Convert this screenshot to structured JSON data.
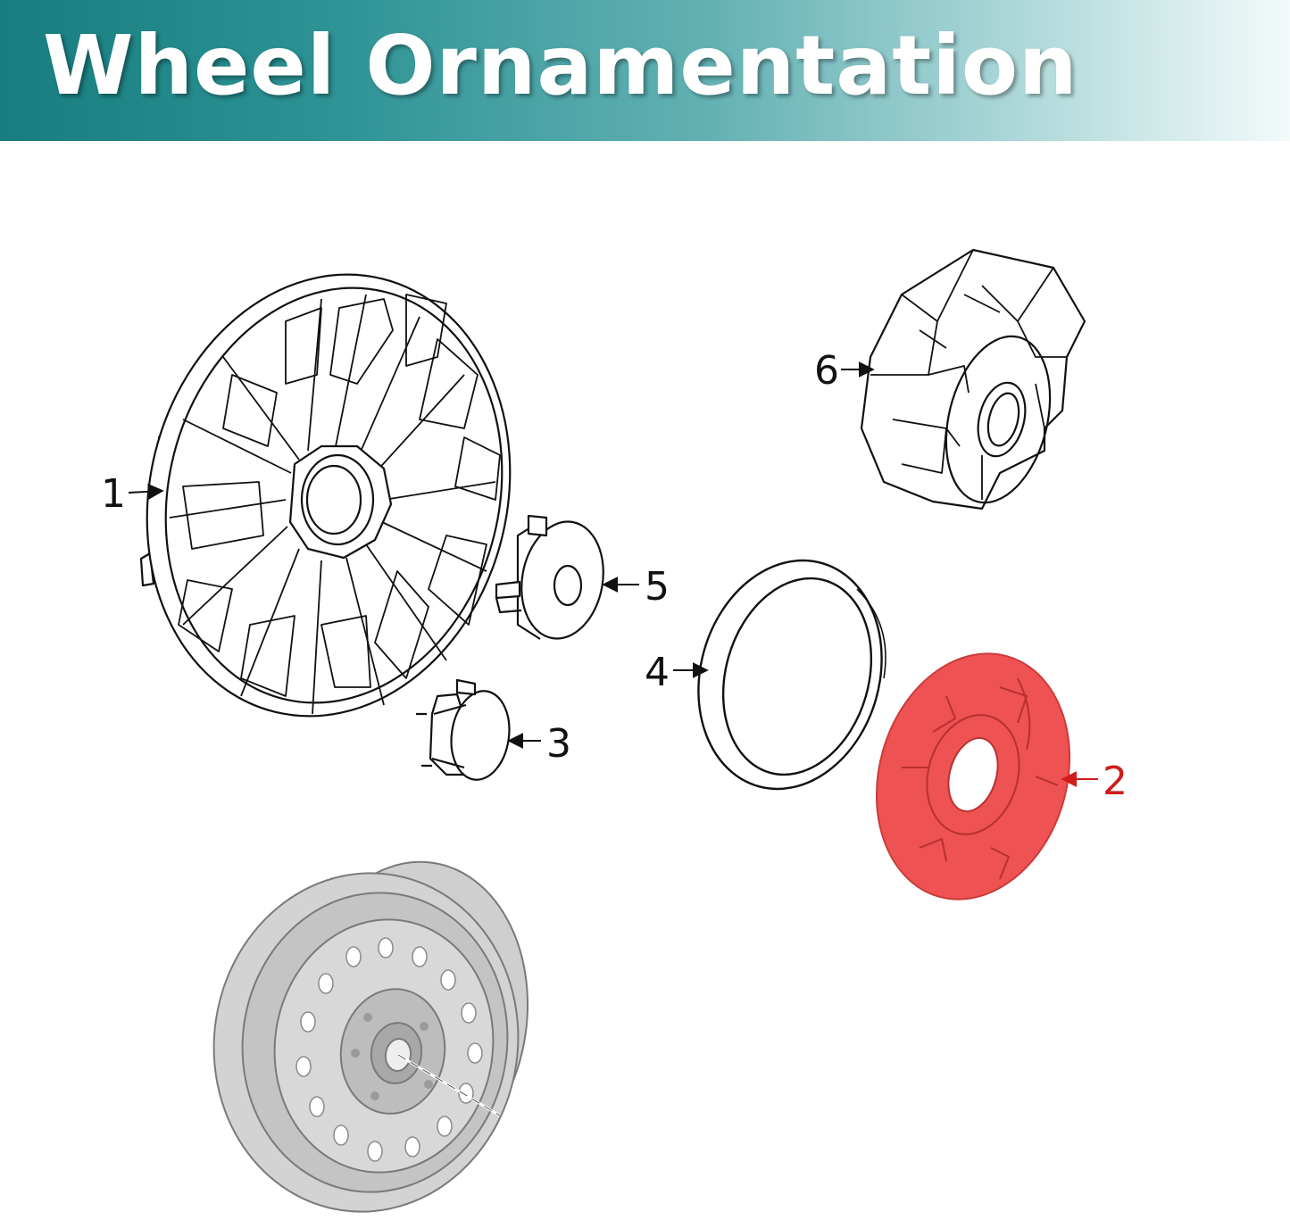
{
  "title": "Wheel Ornamentation",
  "callouts": [
    {
      "id": "1",
      "label": "1",
      "part": "wheel-cover"
    },
    {
      "id": "2",
      "label": "2",
      "part": "backing-plate",
      "highlighted": true
    },
    {
      "id": "3",
      "label": "3",
      "part": "small-center-cap"
    },
    {
      "id": "4",
      "label": "4",
      "part": "trim-ring"
    },
    {
      "id": "5",
      "label": "5",
      "part": "center-cap"
    },
    {
      "id": "6",
      "label": "6",
      "part": "hub-cover"
    }
  ],
  "colors": {
    "header_start": "#177d7f",
    "header_end": "#f3fafa",
    "title_text": "#ffffff",
    "line_art": "#111111",
    "highlight_fill": "#ee5252",
    "highlight_text": "#d01c1c",
    "steel_wheel": "#c8c8c8"
  }
}
